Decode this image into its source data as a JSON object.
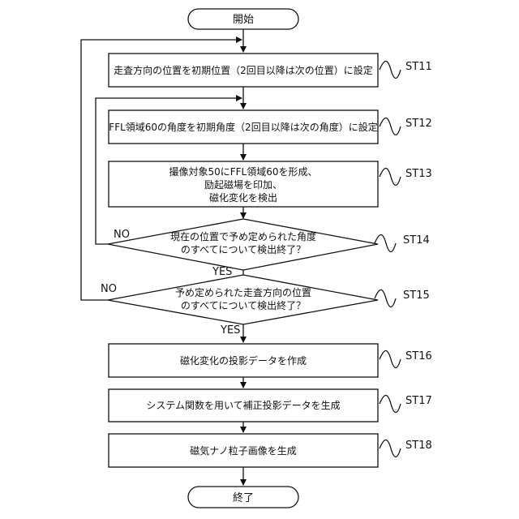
{
  "flowchart": {
    "start": "開始",
    "end": "終了",
    "steps": [
      {
        "id": "ST11",
        "lines": [
          "走査方向の位置を初期位置（2回目以降は次の位置）に設定"
        ]
      },
      {
        "id": "ST12",
        "lines": [
          "FFL領域60の角度を初期角度（2回目以降は次の角度）に設定"
        ]
      },
      {
        "id": "ST13",
        "lines": [
          "撮像対象50にFFL領域60を形成、",
          "励起磁場を印加、",
          "磁化変化を検出"
        ]
      },
      {
        "id": "ST14",
        "lines": [
          "現在の位置で予め定められた角度",
          "のすべてについて検出終了？"
        ],
        "yes": "YES",
        "no": "NO"
      },
      {
        "id": "ST15",
        "lines": [
          "予め定められた走査方向の位置",
          "のすべてについて検出終了？"
        ],
        "yes": "YES",
        "no": "NO"
      },
      {
        "id": "ST16",
        "lines": [
          "磁化変化の投影データを作成"
        ]
      },
      {
        "id": "ST17",
        "lines": [
          "システム関数を用いて補正投影データを生成"
        ]
      },
      {
        "id": "ST18",
        "lines": [
          "磁気ナノ粒子画像を生成"
        ]
      }
    ]
  }
}
